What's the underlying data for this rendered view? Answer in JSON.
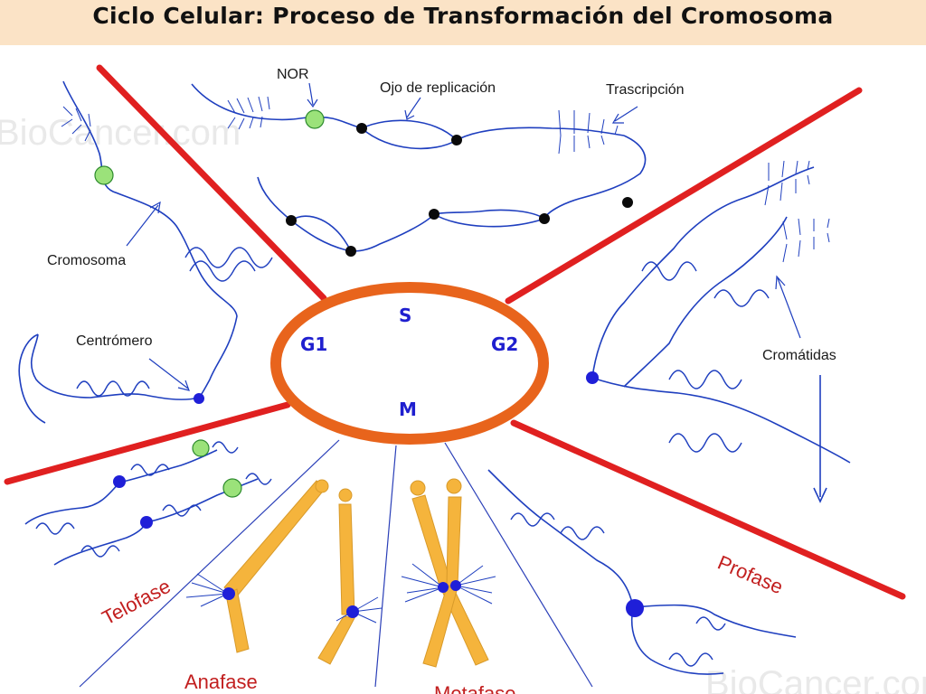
{
  "title": "Ciclo Celular: Proceso de Transformación del Cromosoma",
  "watermark": "BioCancer.com",
  "cycle_phases": {
    "s": "S",
    "g1": "G1",
    "g2": "G2",
    "m": "M"
  },
  "labels": {
    "nor": "NOR",
    "replication_eye": "Ojo de replicación",
    "transcription": "Trascripción",
    "chromosome": "Cromosoma",
    "centromere": "Centrómero",
    "chromatids": "Cromátidas"
  },
  "stages": {
    "telophase": "Telofase",
    "anaphase": "Anafase",
    "metaphase": "Metafase",
    "prophase": "Profase"
  },
  "colors": {
    "divider": "#e02020",
    "cycle_ring": "#e8641c",
    "dna_strand": "#1f3fbf",
    "centromere_dot": "#1f1fd8",
    "nor_dot": "#9be27a",
    "replication_fork": "#0a0a0a",
    "chromosome_body": "#f5b43c",
    "title_background": "#fbe3c6",
    "phase_text": "#1f1fcf",
    "stage_text": "#c21f1f"
  }
}
